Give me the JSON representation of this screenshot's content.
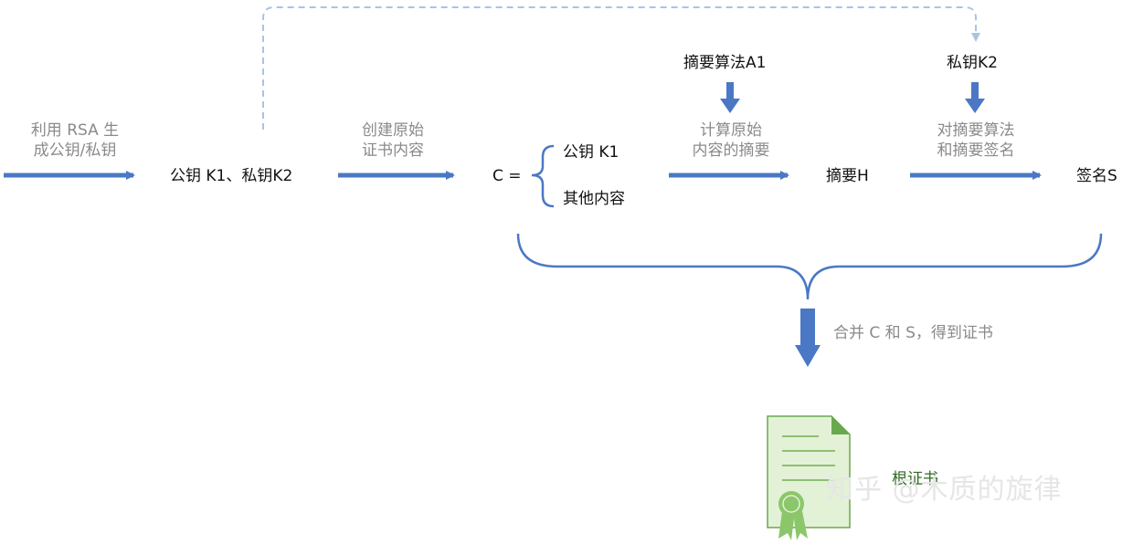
{
  "labels": {
    "step1_line1": "利用 RSA 生",
    "step1_line2": "成公钥/私钥",
    "keypair": "公钥 K1、私钥K2",
    "step2_line1": "创建原始",
    "step2_line2": "证书内容",
    "c_equals": "C =",
    "c_item1": "公钥 K1",
    "c_item2": "其他内容",
    "digest_algo": "摘要算法A1",
    "step3_line1": "计算原始",
    "step3_line2": "内容的摘要",
    "digest_h": "摘要H",
    "private_key": "私钥K2",
    "step4_line1": "对摘要算法",
    "step4_line2": "和摘要签名",
    "signature": "签名S",
    "merge": "合并 C 和 S，得到证书",
    "root_cert": "根证书"
  },
  "watermark": "知乎 @木质的旋律",
  "colors": {
    "arrow_blue": "#4a78c4",
    "dashed_blue": "#a9c3e6",
    "doc_green_fill": "#e3f1d6",
    "doc_green_stroke": "#6aa84f",
    "seal_green": "#8cc66a"
  }
}
